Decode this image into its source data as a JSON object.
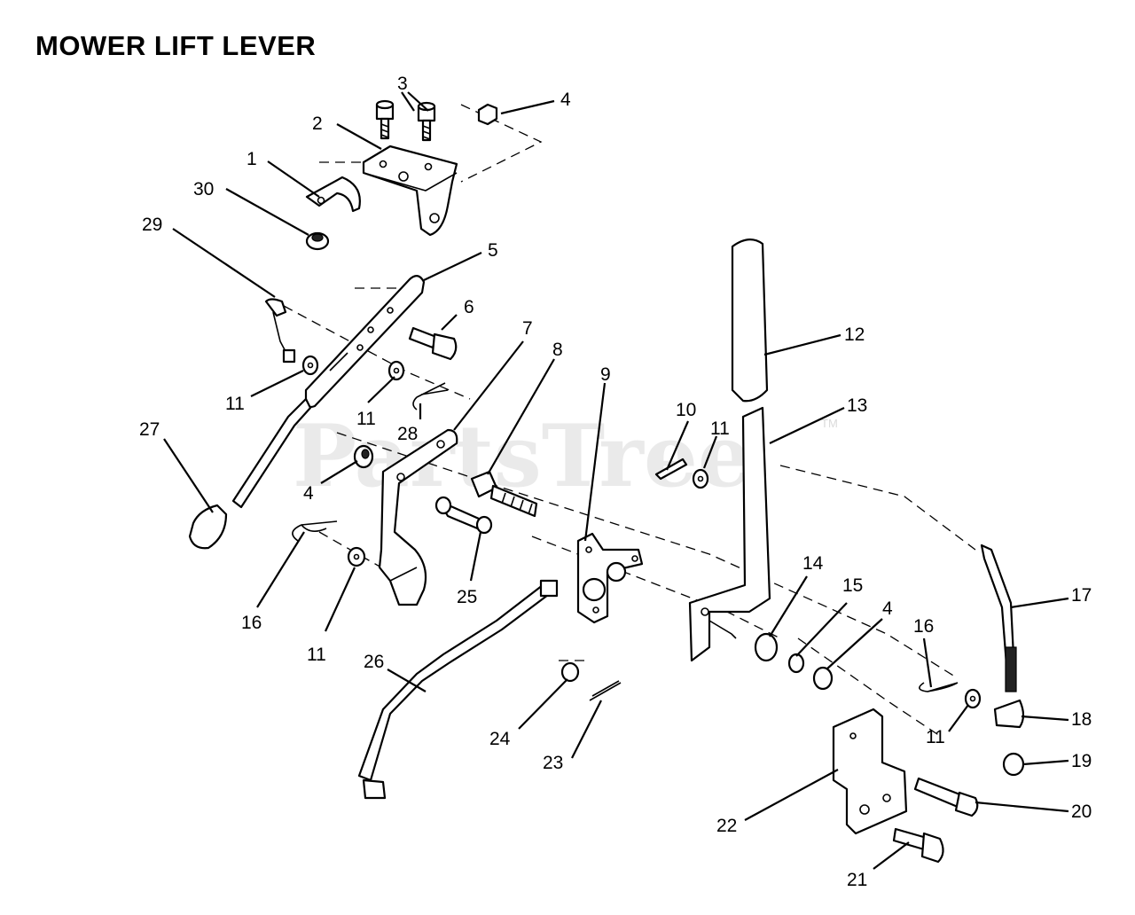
{
  "title": "MOWER LIFT LEVER",
  "watermark": "PartsTree",
  "watermark_tm": "TM",
  "callouts": [
    {
      "part": "1"
    },
    {
      "part": "2"
    },
    {
      "part": "3"
    },
    {
      "part": "4"
    },
    {
      "part": "4"
    },
    {
      "part": "4"
    },
    {
      "part": "5"
    },
    {
      "part": "6"
    },
    {
      "part": "7"
    },
    {
      "part": "8"
    },
    {
      "part": "9"
    },
    {
      "part": "10"
    },
    {
      "part": "11"
    },
    {
      "part": "11"
    },
    {
      "part": "11"
    },
    {
      "part": "11"
    },
    {
      "part": "11"
    },
    {
      "part": "12"
    },
    {
      "part": "13"
    },
    {
      "part": "14"
    },
    {
      "part": "15"
    },
    {
      "part": "16"
    },
    {
      "part": "16"
    },
    {
      "part": "17"
    },
    {
      "part": "18"
    },
    {
      "part": "19"
    },
    {
      "part": "20"
    },
    {
      "part": "21"
    },
    {
      "part": "22"
    },
    {
      "part": "23"
    },
    {
      "part": "24"
    },
    {
      "part": "25"
    },
    {
      "part": "26"
    },
    {
      "part": "27"
    },
    {
      "part": "28"
    },
    {
      "part": "29"
    },
    {
      "part": "30"
    }
  ]
}
